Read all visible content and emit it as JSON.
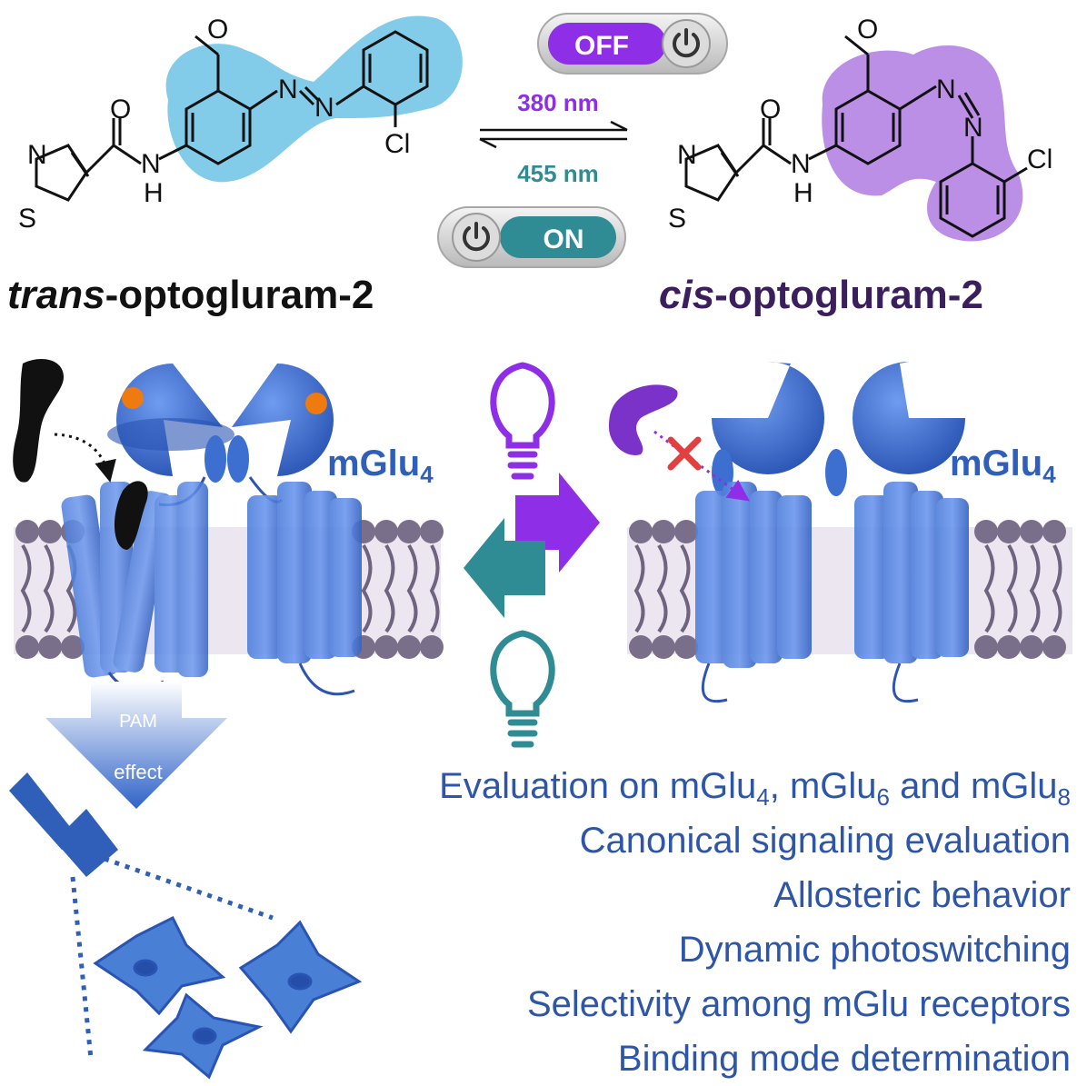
{
  "top": {
    "wavelength_forward": "380 nm",
    "wavelength_back": "455 nm",
    "switch_off_label": "OFF",
    "switch_on_label": "ON",
    "trans_prefix": "trans",
    "trans_suffix": "-optogluram-2",
    "cis_prefix": "cis",
    "cis_suffix": "-optogluram-2"
  },
  "atoms": {
    "o": "O",
    "n": "N",
    "s": "S",
    "h": "H",
    "cl": "Cl"
  },
  "receptor": {
    "left_label": "mGlu",
    "left_sub": "4",
    "right_label": "mGlu",
    "right_sub": "4",
    "pam_line1": "PAM",
    "pam_line2": "effect"
  },
  "bullets": {
    "line1_a": "Evaluation on mGlu",
    "line1_sub1": "4",
    "line1_b": ", mGlu",
    "line1_sub2": "6",
    "line1_c": " and mGlu",
    "line1_sub3": "8",
    "line2": "Canonical signaling evaluation",
    "line3": "Allosteric behavior",
    "line4": "Dynamic photoswitching",
    "line5": "Selectivity among mGlu receptors",
    "line6": "Binding mode determination"
  },
  "colors": {
    "violet": "#8e2ee6",
    "teal": "#2f8c94",
    "receptor_blue": "#3d6fd0",
    "text_blue": "#2e56a8",
    "cis_title": "#3a1f5c",
    "trans_highlight": "#6cc3e6",
    "cis_highlight": "#b07be3",
    "membrane": "#7a6f8a"
  }
}
